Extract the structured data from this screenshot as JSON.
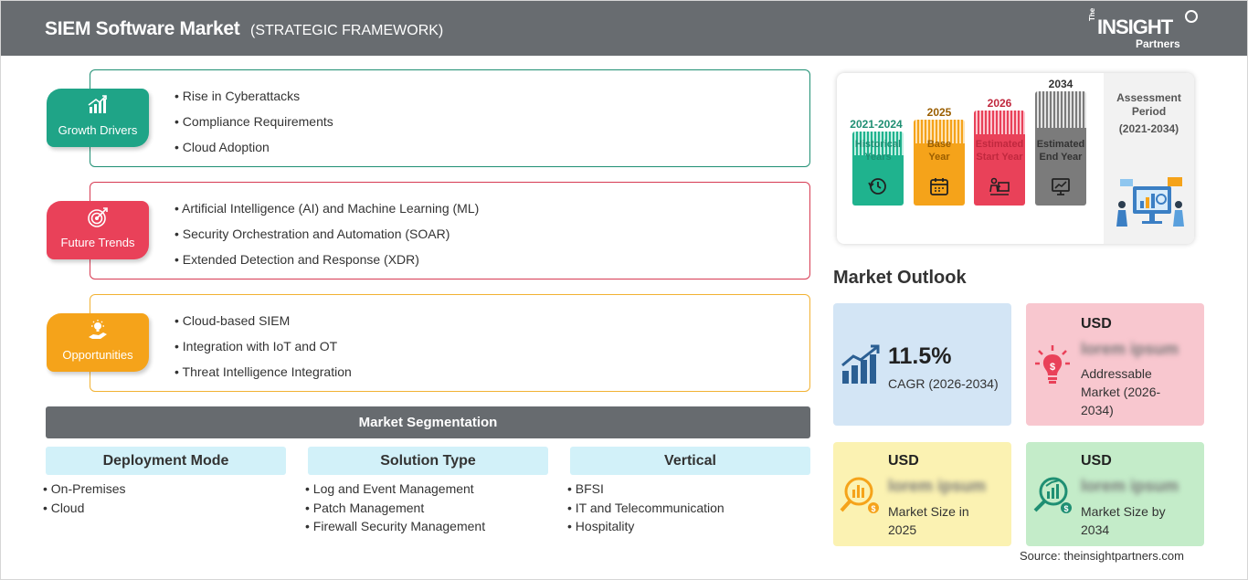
{
  "header": {
    "title": "SIEM Software Market",
    "subtitle": "(STRATEGIC FRAMEWORK)",
    "logo": {
      "the": "The",
      "main": "INSIGHT",
      "partners": "Partners"
    }
  },
  "framework": [
    {
      "label": "Growth Drivers",
      "icon": "growth-chart-icon",
      "color": "#1fa487",
      "items": [
        "Rise in Cyberattacks",
        "Compliance Requirements",
        "Cloud Adoption"
      ]
    },
    {
      "label": "Future Trends",
      "icon": "target-icon",
      "color": "#e94159",
      "items": [
        "Artificial Intelligence (AI) and Machine Learning (ML)",
        "Security Orchestration and Automation (SOAR)",
        "Extended Detection and Response (XDR)"
      ]
    },
    {
      "label": "Opportunities",
      "icon": "idea-hand-icon",
      "color": "#f5a31a",
      "items": [
        "Cloud-based SIEM",
        "Integration with IoT and OT",
        "Threat Intelligence Integration"
      ]
    }
  ],
  "segmentation": {
    "title": "Market Segmentation",
    "columns": [
      {
        "heading": "Deployment Mode",
        "items": [
          "On-Premises",
          "Cloud"
        ]
      },
      {
        "heading": "Solution Type",
        "items": [
          "Log and Event Management",
          "Patch Management",
          "Firewall Security Management"
        ]
      },
      {
        "heading": "Vertical",
        "items": [
          "BFSI",
          "IT and Telecommunication",
          "Hospitality"
        ]
      }
    ]
  },
  "timeline": {
    "assessment_label": "Assessment Period",
    "assessment_period": "(2021-2034)",
    "columns": [
      {
        "year": "2021-2024",
        "label_line1": "Historical",
        "label_line2": "Years",
        "color": "#1fb38e",
        "year_color": "#1f8f73",
        "icon": "history-icon"
      },
      {
        "year": "2025",
        "label_line1": "Base",
        "label_line2": "Year",
        "color": "#f5a31a",
        "year_color": "#9a5e00",
        "icon": "calendar-icon"
      },
      {
        "year": "2026",
        "label_line1": "Estimated",
        "label_line2": "Start Year",
        "color": "#e94159",
        "year_color": "#c0283e",
        "icon": "presentation-icon"
      },
      {
        "year": "2034",
        "label_line1": "Estimated",
        "label_line2": "End Year",
        "color": "#7b7b7b",
        "year_color": "#333333",
        "icon": "monitor-chart-icon"
      }
    ]
  },
  "outlook": {
    "title": "Market Outlook",
    "cagr": {
      "value": "11.5%",
      "label": "CAGR (2026-2034)"
    },
    "addressable": {
      "currency": "USD",
      "value": "lorem ipsum",
      "label": "Addressable Market (2026-2034)"
    },
    "size_2025": {
      "currency": "USD",
      "value": "lorem ipsum",
      "label": "Market Size in 2025"
    },
    "size_2034": {
      "currency": "USD",
      "value": "lorem ipsum",
      "label": "Market Size by 2034"
    }
  },
  "source": "Source: theinsightpartners.com"
}
